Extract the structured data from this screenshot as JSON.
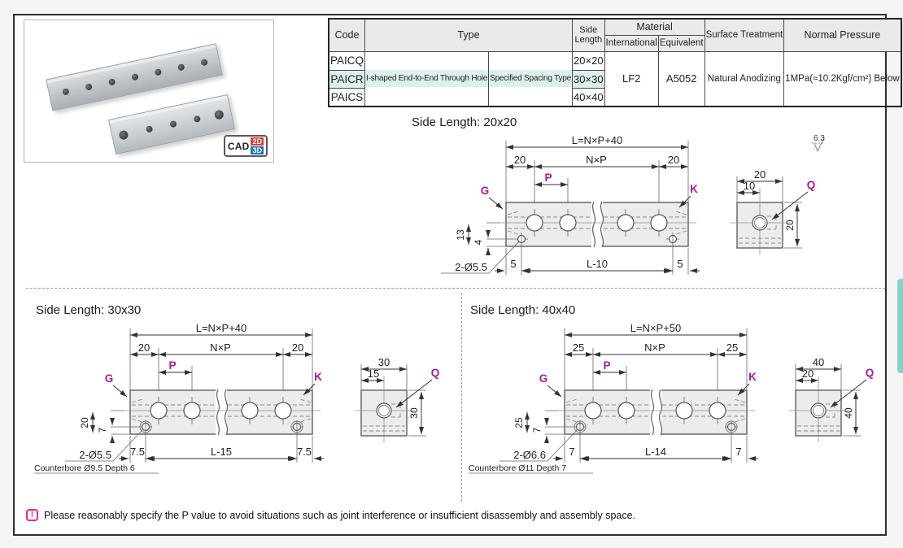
{
  "photo": {
    "cad_label": "CAD",
    "cad_2d": "2D",
    "cad_3d": "3D"
  },
  "table": {
    "header": {
      "code": "Code",
      "type": "Type",
      "side_length": "Side Length",
      "material": "Material",
      "international": "International",
      "equivalent": "Equivalent",
      "surface": "Surface Treatment",
      "pressure": "Normal Pressure"
    },
    "type_col1": "I-shaped End-to-End\nThrough Hole",
    "type_col2": "Specified Spacing Type",
    "material_international": "LF2",
    "material_equivalent": "A5052",
    "surface_treatment": "Natural Anodizing",
    "pressure": "1MPa(≈10.2Kgf/cm²)\nBelow",
    "rows": [
      {
        "code": "PAICQ",
        "side_length": "20×20"
      },
      {
        "code": "PAICR",
        "side_length": "30×30"
      },
      {
        "code": "PAICS",
        "side_length": "40×40"
      }
    ]
  },
  "drawings": {
    "d20": {
      "title": "Side Length: 20x20",
      "formula": "L=N×P+40",
      "margin_left": "20",
      "pitch": "N×P",
      "margin_right": "20",
      "p": "P",
      "g": "G",
      "k": "K",
      "q": "Q",
      "dim_center": "13",
      "dim_corner": "4",
      "hole": "2-Ø5.5",
      "counterbore": "",
      "bottom_left": "5",
      "bottom_mid": "L-10",
      "bottom_right": "5",
      "end_width": "20",
      "end_half": "10",
      "end_height": "20",
      "roughness": "6.3"
    },
    "d30": {
      "title": "Side Length: 30x30",
      "formula": "L=N×P+40",
      "margin_left": "20",
      "pitch": "N×P",
      "margin_right": "20",
      "p": "P",
      "g": "G",
      "k": "K",
      "q": "Q",
      "dim_center": "20",
      "dim_corner": "7",
      "hole": "2-Ø5.5",
      "counterbore": "Counterbore Ø9.5 Depth 6",
      "bottom_left": "7.5",
      "bottom_mid": "L-15",
      "bottom_right": "7.5",
      "end_width": "30",
      "end_half": "15",
      "end_height": "30",
      "roughness": ""
    },
    "d40": {
      "title": "Side Length: 40x40",
      "formula": "L=N×P+50",
      "margin_left": "25",
      "pitch": "N×P",
      "margin_right": "25",
      "p": "P",
      "g": "G",
      "k": "K",
      "q": "Q",
      "dim_center": "25",
      "dim_corner": "7",
      "hole": "2-Ø6.6",
      "counterbore": "Counterbore Ø11 Depth 7",
      "bottom_left": "7",
      "bottom_mid": "L-14",
      "bottom_right": "7",
      "end_width": "40",
      "end_half": "20",
      "end_height": "40",
      "roughness": ""
    }
  },
  "note": {
    "icon": "!",
    "text": "Please reasonably specify the P value to avoid situations such as joint interference or insufficient disassembly and assembly space."
  },
  "colors": {
    "accent_magenta": "#a21c97",
    "code_blue": "#1586c8",
    "highlight_cyan": "#dcf0ee",
    "note_pink": "#ec268f"
  }
}
